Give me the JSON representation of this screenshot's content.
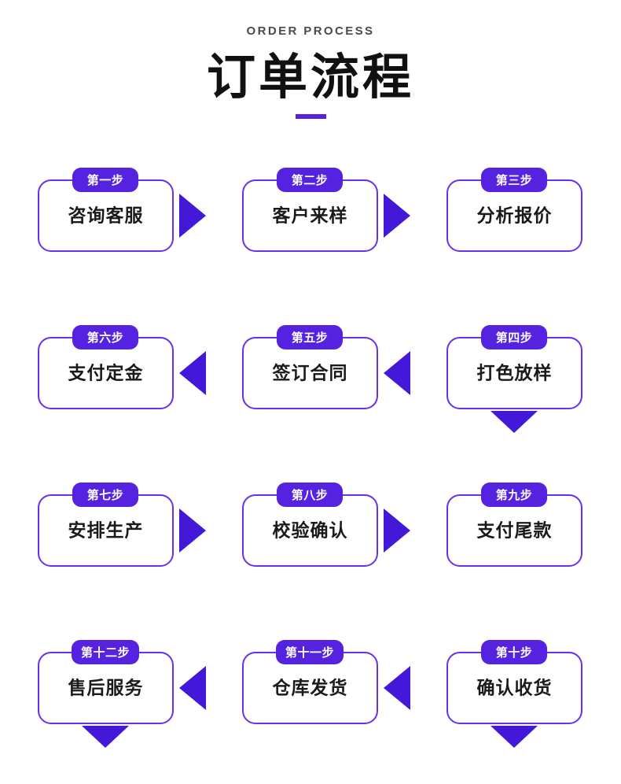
{
  "header": {
    "eyebrow": "ORDER PROCESS",
    "title": "订单流程",
    "underline_color": "#5522e0"
  },
  "theme": {
    "badge_bg": "#5522e0",
    "badge_text": "#ffffff",
    "card_border": "#6a30f0",
    "card_bg": "#ffffff",
    "card_text": "#1a1a1a",
    "arrow_color": "#4318d8",
    "page_bg": "#ffffff"
  },
  "flow": {
    "rows": [
      {
        "direction": "left-to-right",
        "cells": [
          {
            "badge": "第一步",
            "label": "咨询客服"
          },
          {
            "badge": "第二步",
            "label": "客户来样"
          },
          {
            "badge": "第三步",
            "label": "分析报价"
          }
        ],
        "connector_after": {
          "type": "arrow-down",
          "column": 2
        }
      },
      {
        "direction": "right-to-left",
        "cells": [
          {
            "badge": "第六步",
            "label": "支付定金"
          },
          {
            "badge": "第五步",
            "label": "签订合同"
          },
          {
            "badge": "第四步",
            "label": "打色放样"
          }
        ],
        "connector_after": {
          "type": "arrow-down",
          "column": 0
        }
      },
      {
        "direction": "left-to-right",
        "cells": [
          {
            "badge": "第七步",
            "label": "安排生产"
          },
          {
            "badge": "第八步",
            "label": "校验确认"
          },
          {
            "badge": "第九步",
            "label": "支付尾款"
          }
        ],
        "connector_after": {
          "type": "arrow-down",
          "column": 2
        }
      },
      {
        "direction": "right-to-left",
        "cells": [
          {
            "badge": "第十二步",
            "label": "售后服务"
          },
          {
            "badge": "第十一步",
            "label": "仓库发货"
          },
          {
            "badge": "第十步",
            "label": "确认收货"
          }
        ],
        "connector_after": null
      }
    ]
  }
}
